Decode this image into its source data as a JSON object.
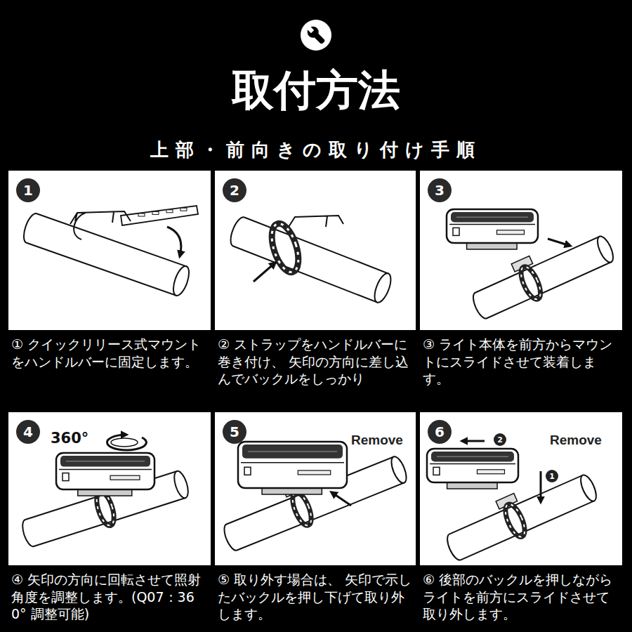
{
  "diagram": {
    "title": "取付方法",
    "nodes": [
      {
        "text": [
          "1",
          "① クイックリリース式マウントをハンドルバーに固定します。"
        ]
      },
      {
        "text": [
          "2",
          "② ストラップをハンドルバーに巻き付け、 矢印の方向に差し込んでバックルをしっかり"
        ]
      },
      {
        "text": [
          "3",
          "③ ライト本体を前方からマウントにスライドさせて装着します。"
        ]
      },
      {
        "text": [
          "4",
          "④ 矢印の方向に回転させて照射角度を調整します。(Q07：360° 調整可能)"
        ]
      },
      {
        "text": [
          "5",
          "⑤ 取り外す場合は、 矢印で示したバックルを押し下げて取り外します。"
        ]
      },
      {
        "text": [
          "6",
          "⑥ 後部のバックルを押しながらライトを前方にスライドさせて取り外します。"
        ]
      }
    ],
    "labels": [
      "上部・前向きの取り付け手順",
      "360°",
      "Remove",
      "2",
      "Remove",
      "1"
    ]
  }
}
